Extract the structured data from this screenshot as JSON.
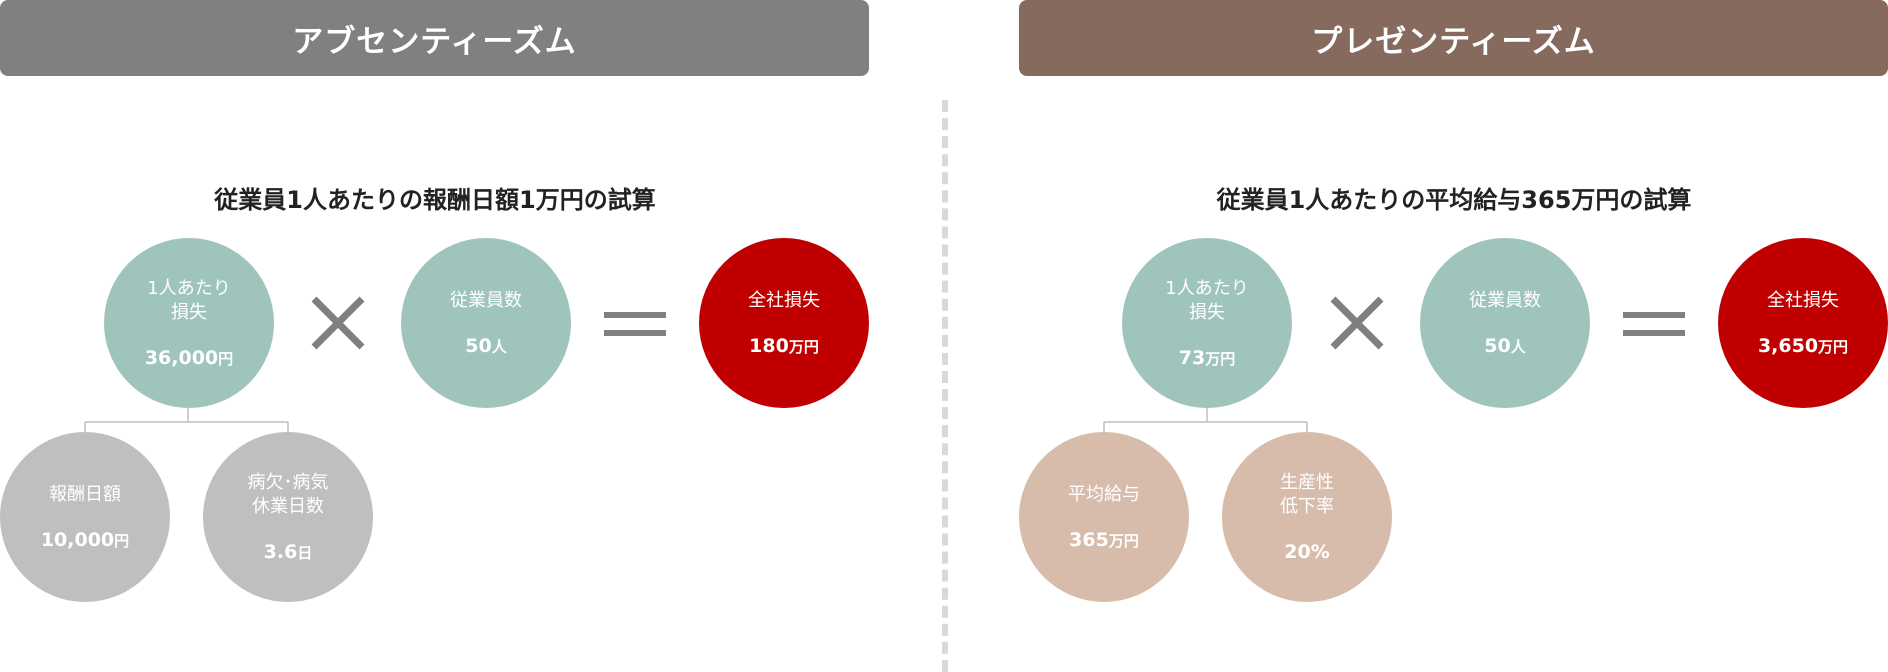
{
  "colors": {
    "absent_header": "#808080",
    "present_header": "#866a5e",
    "teal": "#9fc4bc",
    "gray": "#bfbfbf",
    "beige": "#d8bcab",
    "red": "#c00000",
    "operator": "#7f7f7f"
  },
  "absenteeism": {
    "header": "アブセンティーズム",
    "calc_title": "従業員1人あたりの報酬日額1万円の試算",
    "loss_per_person": {
      "label": "1人あたり\n損失",
      "value": "36,000",
      "unit": "円"
    },
    "employees": {
      "label": "従業員数",
      "value": "50",
      "unit": "人"
    },
    "total_loss": {
      "label": "全社損失",
      "value": "180",
      "unit": "万円"
    },
    "daily_pay": {
      "label": "報酬日額",
      "value": "10,000",
      "unit": "円"
    },
    "sick_days": {
      "label": "病欠･病気\n休業日数",
      "value": "3.6",
      "unit": "日"
    }
  },
  "presenteeism": {
    "header": "プレゼンティーズム",
    "calc_title": "従業員1人あたりの平均給与365万円の試算",
    "loss_per_person": {
      "label": "1人あたり\n損失",
      "value": "73",
      "unit": "万円"
    },
    "employees": {
      "label": "従業員数",
      "value": "50",
      "unit": "人"
    },
    "total_loss": {
      "label": "全社損失",
      "value": "3,650",
      "unit": "万円"
    },
    "avg_salary": {
      "label": "平均給与",
      "value": "365",
      "unit": "万円"
    },
    "productivity_drop": {
      "label": "生産性\n低下率",
      "value": "20",
      "unit": "%"
    }
  }
}
